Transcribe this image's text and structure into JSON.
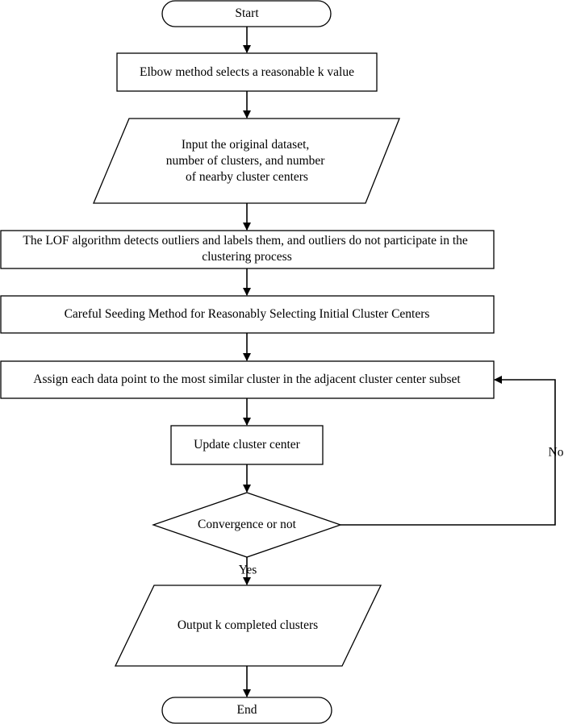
{
  "diagram": {
    "nodes": {
      "start": {
        "lines": [
          "Start"
        ]
      },
      "elbow": {
        "lines": [
          "Elbow method selects a reasonable k value"
        ]
      },
      "input": {
        "lines": [
          "Input the original dataset,",
          "number of clusters, and number",
          "of nearby cluster centers"
        ]
      },
      "lof": {
        "lines": [
          "The LOF algorithm detects outliers and labels them, and outliers do not participate in the",
          "clustering process"
        ]
      },
      "seeding": {
        "lines": [
          "Careful Seeding Method for Reasonably Selecting Initial Cluster Centers"
        ]
      },
      "assign": {
        "lines": [
          "Assign each data point to the most similar cluster in the adjacent cluster center subset"
        ]
      },
      "update": {
        "lines": [
          "Update cluster center"
        ]
      },
      "converge": {
        "lines": [
          "Convergence or not"
        ]
      },
      "output": {
        "lines": [
          "Output k completed clusters"
        ]
      },
      "end": {
        "lines": [
          "End"
        ]
      }
    },
    "edges": {
      "yes_label": "Yes",
      "no_label": "No"
    }
  }
}
